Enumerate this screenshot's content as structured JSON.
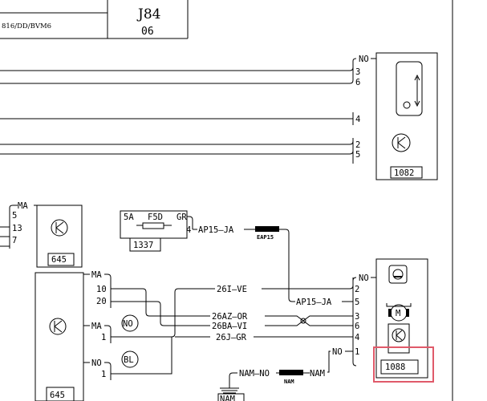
{
  "title_block": {
    "ref_text": "816/DD/BVM6",
    "sheet_code": "J84",
    "sheet_number": "06"
  },
  "components": {
    "c1082": {
      "label": "1082",
      "pins": [
        "3",
        "6",
        "4",
        "2",
        "5"
      ],
      "ground": "NO"
    },
    "c645_top": {
      "label": "645",
      "pins": [
        "5",
        "13",
        "7"
      ],
      "ground": "MA"
    },
    "c645_bottom": {
      "label": "645",
      "connectors": [
        {
          "color": "MA",
          "pins": [
            "10",
            "20"
          ]
        },
        {
          "color": "MA",
          "pins": [
            "1"
          ]
        },
        {
          "color": "NO",
          "pins": [
            "1"
          ]
        }
      ]
    },
    "c1337": {
      "label": "1337",
      "fuse_rating": "5A",
      "fuse_id": "F5D",
      "color": "GR",
      "pin": "4"
    },
    "c1088": {
      "label": "1088",
      "pins": [
        "2",
        "5",
        "3",
        "6",
        "4",
        "1"
      ],
      "ground": "NO"
    }
  },
  "connector_markers": {
    "no": "NO",
    "bl": "BL"
  },
  "wires": {
    "w26i": "26I—VE",
    "w26az": "26AZ—OR",
    "w26ba": "26BA—VI",
    "w26j": "26J—GR",
    "ap15_top": "AP15—JA",
    "ap15_right": "AP15—JA",
    "splice_ap15": "EAP15",
    "no_1088": "NO",
    "nam_left": "NAM—NO",
    "nam_right": "NAM",
    "splice_nam": "NAM",
    "ground_nam": "NAM"
  },
  "highlight": {
    "target": "1088",
    "color": "#e05a6a"
  }
}
